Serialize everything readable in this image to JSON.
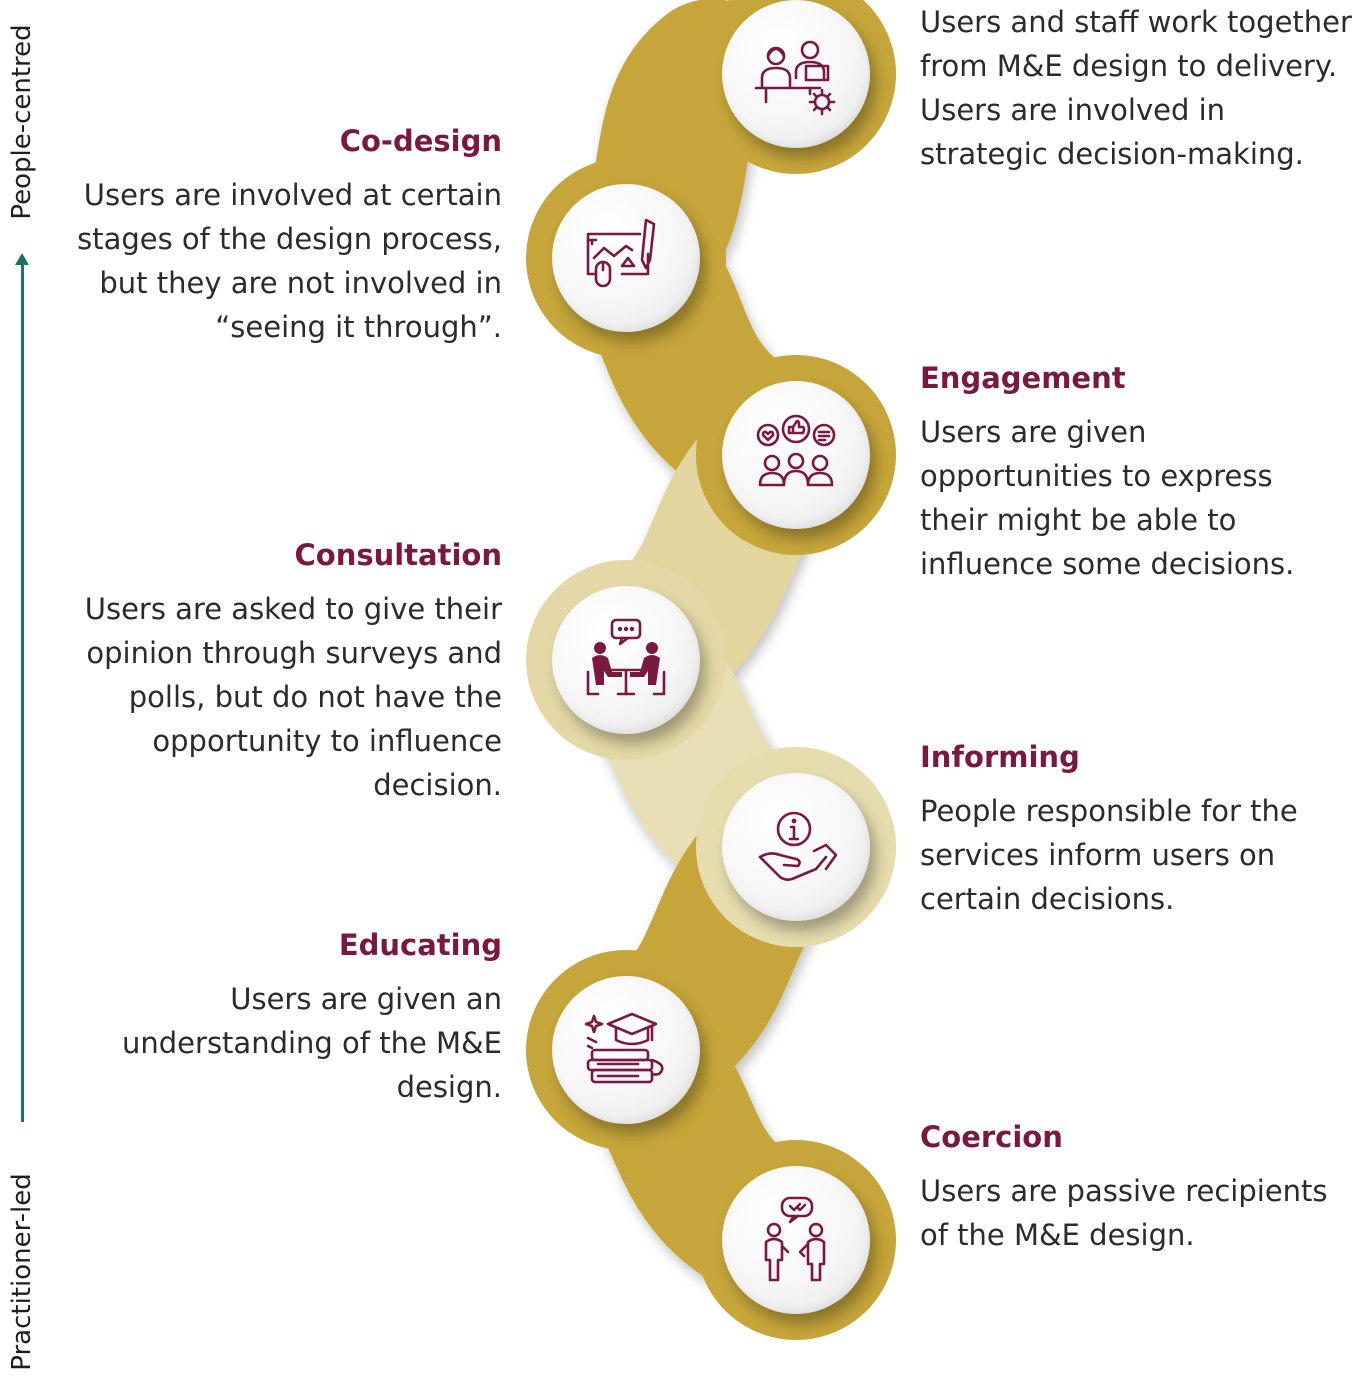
{
  "axis": {
    "top_label": "People-centred",
    "bottom_label": "Practitioner-led",
    "color": "#1f7066"
  },
  "colors": {
    "gold": "#c6a63a",
    "gold_pale": "#e6dcae",
    "maroon": "#7a1840"
  },
  "stages": [
    {
      "icon": "collaboration-icon",
      "title": "",
      "text": "Users and staff work together from M&E design to delivery. Users are involved in strategic decision-making."
    },
    {
      "icon": "design-board-icon",
      "title": "Co-design",
      "text": "Users are involved at certain stages of the design process, but they are not involved in “seeing it through”."
    },
    {
      "icon": "engagement-group-icon",
      "title": "Engagement",
      "text": "Users are given opportunities to express their might be able to influence some decisions."
    },
    {
      "icon": "meeting-table-icon",
      "title": "Consultation",
      "text": "Users are asked to give their opinion through surveys and polls, but do not have the opportunity to influence decision."
    },
    {
      "icon": "info-hand-icon",
      "title": "Informing",
      "text": "People responsible for the services inform users on certain decisions."
    },
    {
      "icon": "graduation-books-icon",
      "title": "Educating",
      "text": "Users are given an understanding of the M&E design."
    },
    {
      "icon": "conversation-people-icon",
      "title": "Coercion",
      "text": "Users are passive recipients of the M&E design."
    }
  ]
}
